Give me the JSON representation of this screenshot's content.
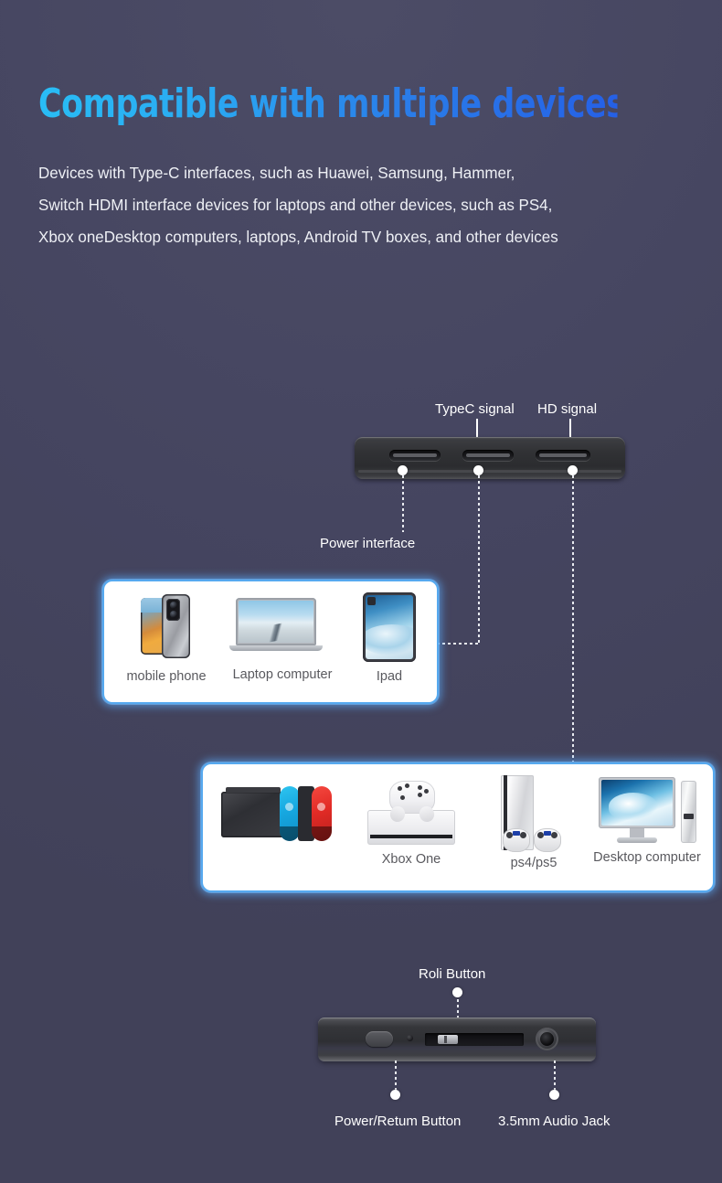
{
  "header": {
    "title": "Compatible with multiple devices",
    "subtitle_lines": [
      "Devices with Type-C interfaces, such as Huawei, Samsung, Hammer,",
      "Switch HDMI interface devices for laptops and other devices, such as PS4,",
      "Xbox oneDesktop computers, laptops, Android TV boxes, and other devices"
    ]
  },
  "colors": {
    "background": "#474760",
    "title_gradient_start": "#29bdf5",
    "title_gradient_end": "#2560e6",
    "card_border": "#56a9ef",
    "card_background": "#ffffff",
    "label_text": "#ffffff",
    "caption_text": "#59595e",
    "connector_line": "#e8eaf0"
  },
  "top_ports": {
    "labels": [
      {
        "text": "TypeC signal",
        "port": "usb-c-signal-port"
      },
      {
        "text": "HD signal",
        "port": "hdmi-signal-port"
      },
      {
        "text": "Power interface",
        "port": "usb-c-power-port"
      }
    ]
  },
  "device_groups": [
    {
      "name": "typec-devices",
      "items": [
        {
          "label": "mobile phone",
          "icon": "mobile-phone-icon"
        },
        {
          "label": "Laptop computer",
          "icon": "laptop-computer-icon"
        },
        {
          "label": "Ipad",
          "icon": "ipad-tablet-icon"
        }
      ]
    },
    {
      "name": "hdmi-devices",
      "items": [
        {
          "label": "",
          "icon": "nintendo-switch-icon"
        },
        {
          "label": "Xbox One",
          "icon": "xbox-one-icon"
        },
        {
          "label": "ps4/ps5",
          "icon": "playstation-icon"
        },
        {
          "label": "Desktop computer",
          "icon": "desktop-computer-icon"
        }
      ]
    }
  ],
  "bottom_edge": {
    "labels": [
      {
        "text": "Roli Button",
        "control": "roll-button"
      },
      {
        "text": "Power/Retum Button",
        "control": "power-return-button"
      },
      {
        "text": "3.5mm Audio Jack",
        "control": "audio-jack"
      }
    ]
  }
}
